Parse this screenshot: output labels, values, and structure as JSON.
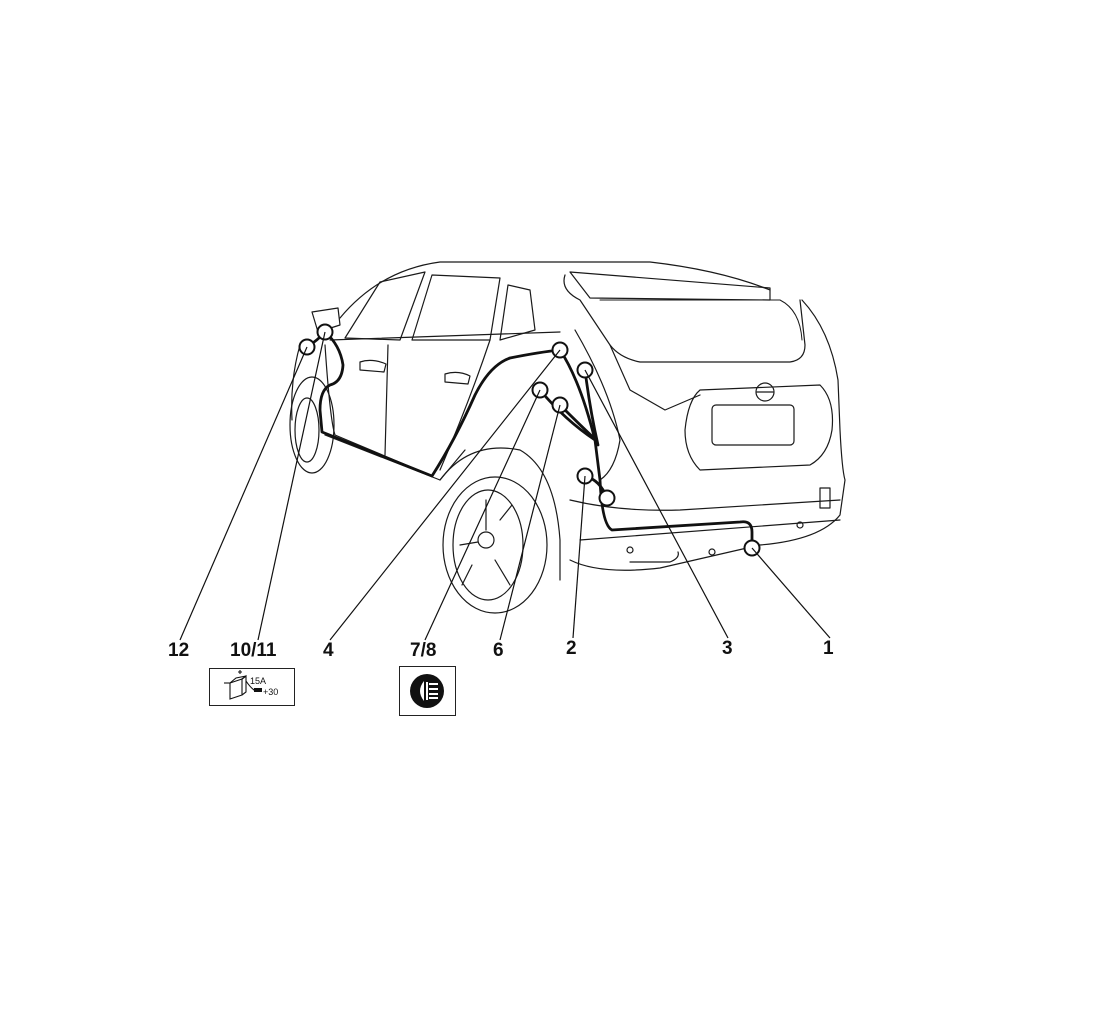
{
  "diagram": {
    "labels": [
      {
        "id": "12",
        "text": "12"
      },
      {
        "id": "10_11",
        "text": "10/11"
      },
      {
        "id": "4",
        "text": "4"
      },
      {
        "id": "7_8",
        "text": "7/8"
      },
      {
        "id": "6",
        "text": "6"
      },
      {
        "id": "2",
        "text": "2"
      },
      {
        "id": "3",
        "text": "3"
      },
      {
        "id": "1",
        "text": "1"
      }
    ],
    "fuse_box": {
      "rating": "15A",
      "terminal": "+30",
      "icon": "battery-fuse-icon"
    },
    "fog_box": {
      "icon": "rear-fog-lamp-icon"
    }
  }
}
